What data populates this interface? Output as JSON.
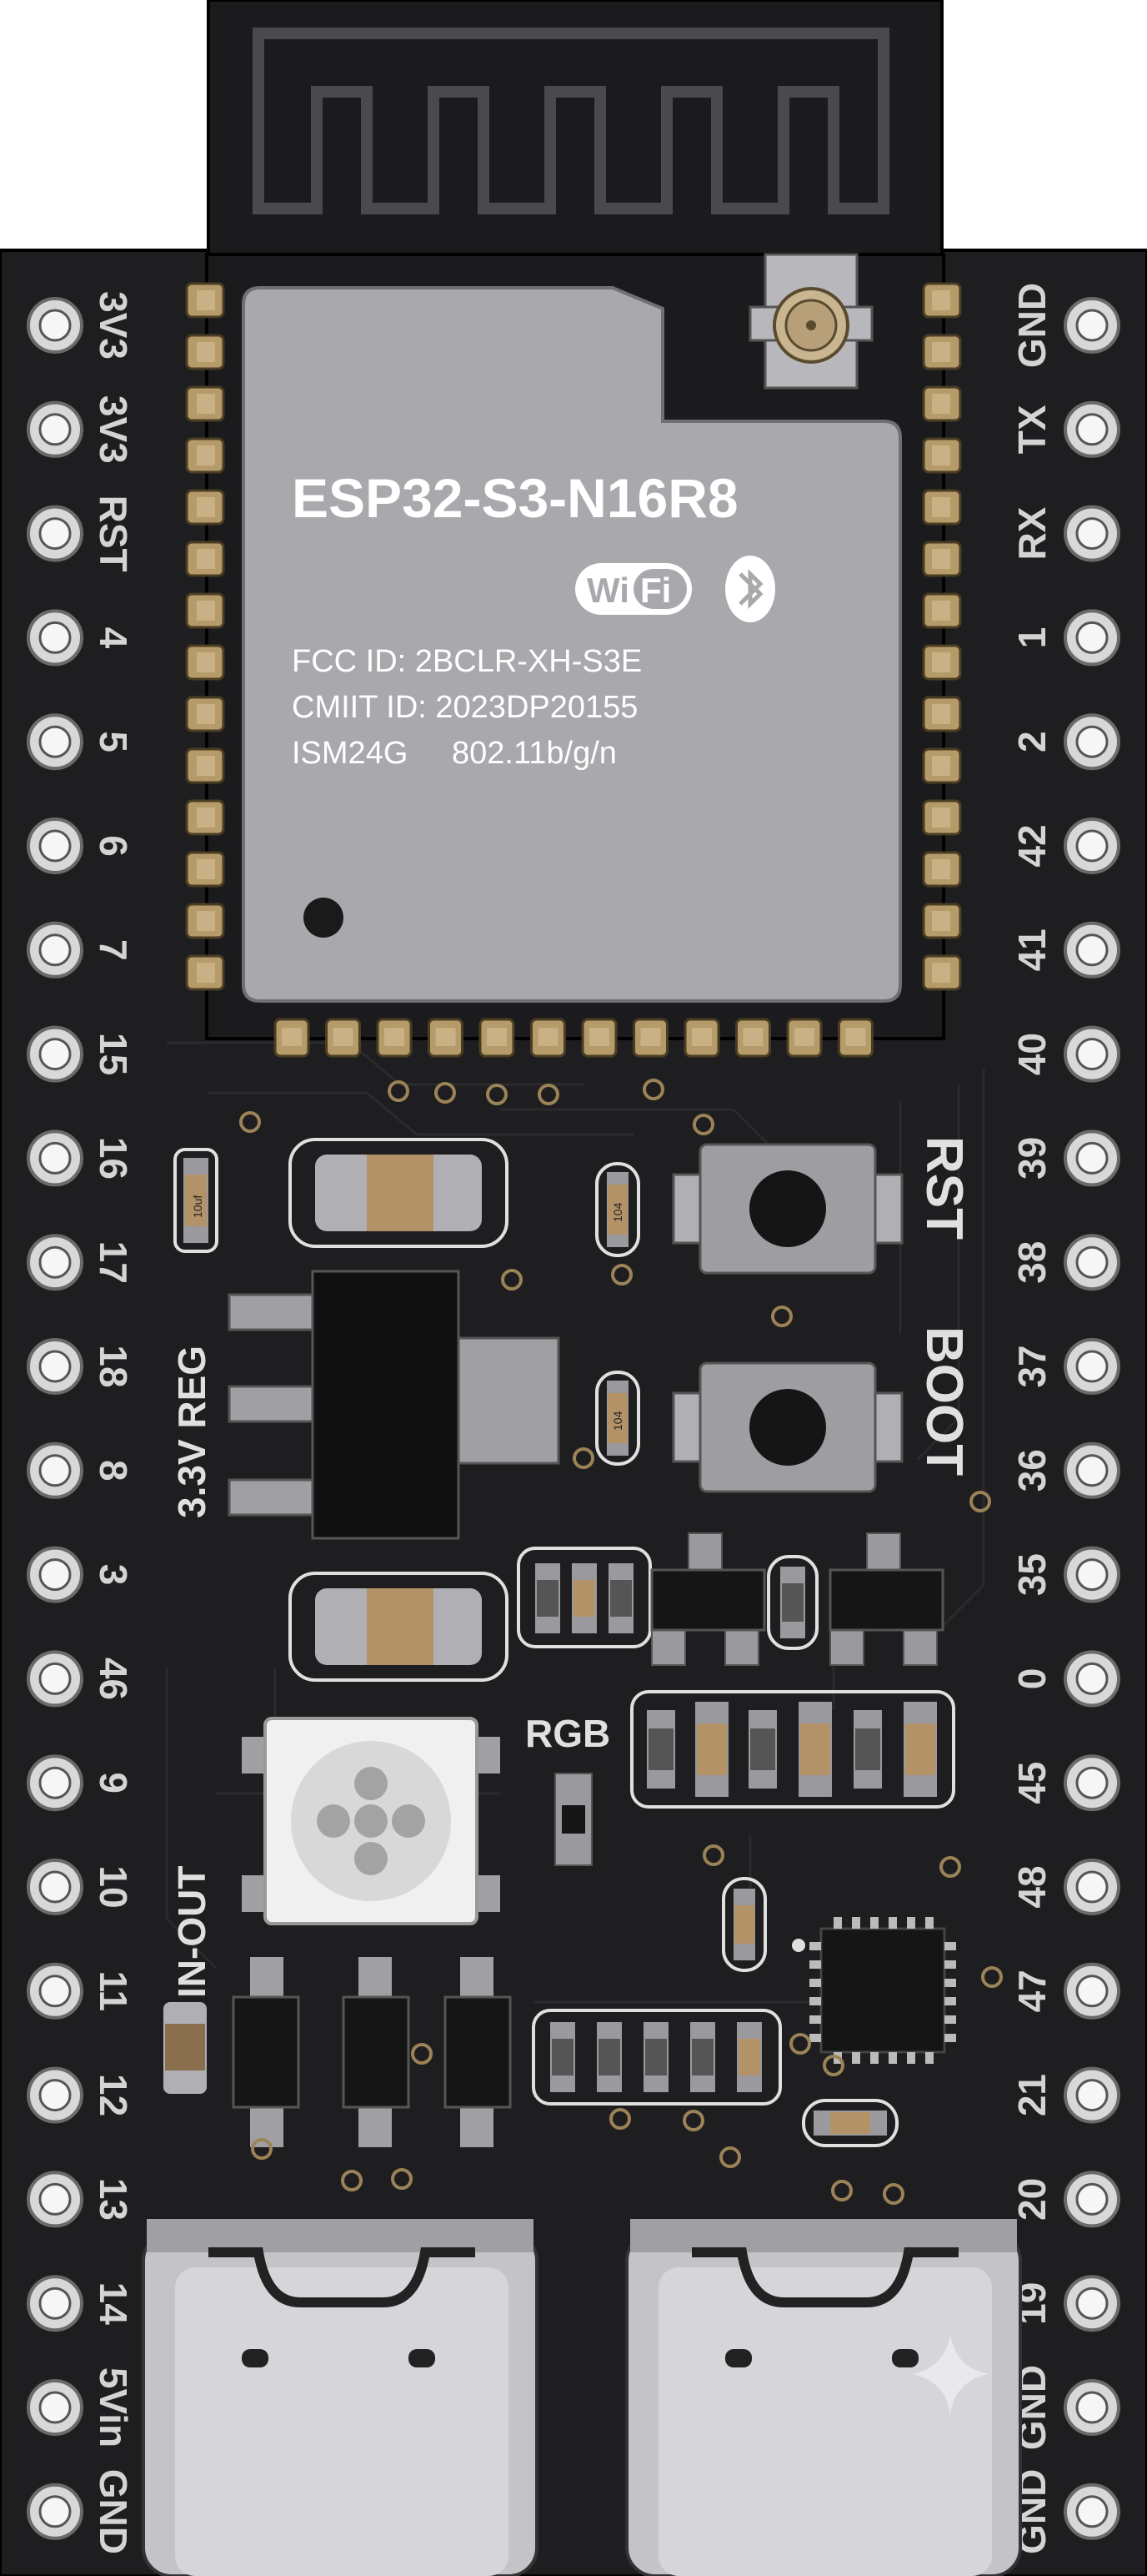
{
  "module": {
    "model": "ESP32-S3-N16R8",
    "wifi_logo_left": "Wi",
    "wifi_logo_right": "Fi",
    "bluetooth_icon": "bluetooth-icon",
    "fcc": "FCC ID: 2BCLR-XH-S3E",
    "cmiit": "CMIIT ID: 2023DP20155",
    "ism_band": "ISM24G",
    "wifi_std": "802.11b/g/n"
  },
  "pins_left": [
    "3V3",
    "3V3",
    "RST",
    "4",
    "5",
    "6",
    "7",
    "15",
    "16",
    "17",
    "18",
    "8",
    "3",
    "46",
    "9",
    "10",
    "11",
    "12",
    "13",
    "14",
    "5Vin",
    "GND"
  ],
  "pins_right": [
    "GND",
    "TX",
    "RX",
    "1",
    "2",
    "42",
    "41",
    "40",
    "39",
    "38",
    "37",
    "36",
    "35",
    "0",
    "45",
    "48",
    "47",
    "21",
    "20",
    "19",
    "GND",
    "GND"
  ],
  "silkscreen": {
    "regulator": "3.3V REG",
    "rst_button": "RST",
    "boot_button": "BOOT",
    "rgb_led": "RGB",
    "in_out": "IN-OUT"
  },
  "component_marks": {
    "cap_value": "10uf",
    "resistor_top": "104",
    "resistor_boot": "104"
  },
  "colors": {
    "pcb": "#1e1e20",
    "module_shield": "#a9a9ad",
    "pad_gold": "#b59a6a",
    "silk": "#e0e0e0"
  }
}
